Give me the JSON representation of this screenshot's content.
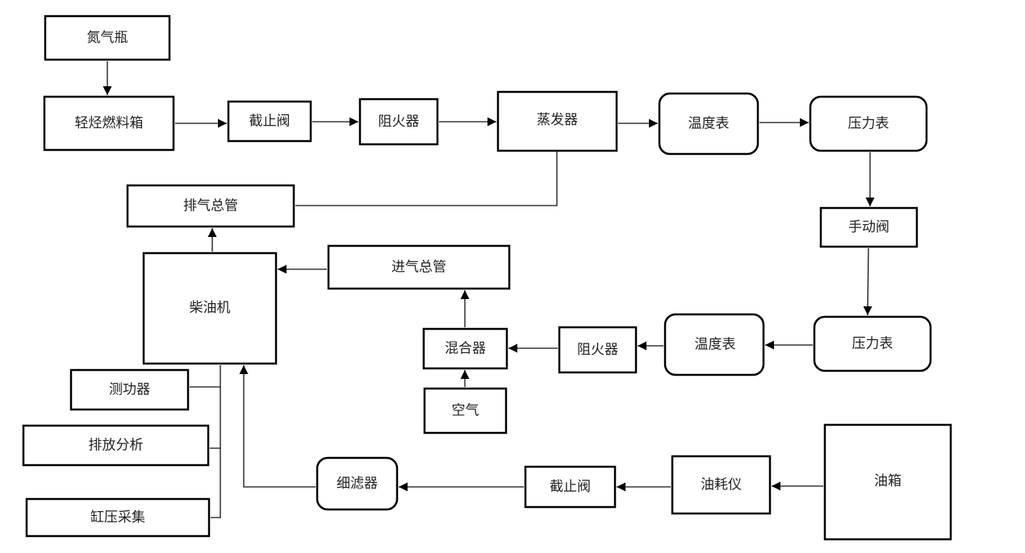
{
  "diagram": {
    "type": "process-flow",
    "nodes": {
      "nitrogen_bottle": {
        "label": "氮气瓶",
        "shape": "rect"
      },
      "light_hc_tank": {
        "label": "轻烃燃料箱",
        "shape": "rect"
      },
      "shutoff_valve_1": {
        "label": "截止阀",
        "shape": "rect"
      },
      "flame_arrester_1": {
        "label": "阻火器",
        "shape": "rect"
      },
      "evaporator": {
        "label": "蒸发器",
        "shape": "rect"
      },
      "thermometer_1": {
        "label": "温度表",
        "shape": "rounded"
      },
      "pressure_gauge_1": {
        "label": "压力表",
        "shape": "rounded"
      },
      "manual_valve": {
        "label": "手动阀",
        "shape": "rect"
      },
      "pressure_gauge_2": {
        "label": "压力表",
        "shape": "rounded"
      },
      "thermometer_2": {
        "label": "温度表",
        "shape": "rounded"
      },
      "flame_arrester_2": {
        "label": "阻火器",
        "shape": "rect"
      },
      "mixer": {
        "label": "混合器",
        "shape": "rect"
      },
      "air": {
        "label": "空气",
        "shape": "rect"
      },
      "intake_manifold": {
        "label": "进气总管",
        "shape": "rect"
      },
      "exhaust_manifold": {
        "label": "排气总管",
        "shape": "rect"
      },
      "diesel_engine": {
        "label": "柴油机",
        "shape": "rect"
      },
      "dynamometer": {
        "label": "测功器",
        "shape": "rect"
      },
      "emission_analysis": {
        "label": "排放分析",
        "shape": "rect"
      },
      "cylinder_pressure": {
        "label": "缸压采集",
        "shape": "rect"
      },
      "fine_filter": {
        "label": "细滤器",
        "shape": "rounded"
      },
      "shutoff_valve_2": {
        "label": "截止阀",
        "shape": "rect"
      },
      "fuel_meter": {
        "label": "油耗仪",
        "shape": "rect"
      },
      "fuel_tank": {
        "label": "油箱",
        "shape": "rect"
      }
    },
    "edges": [
      {
        "from": "nitrogen_bottle",
        "to": "light_hc_tank",
        "arrow": true
      },
      {
        "from": "light_hc_tank",
        "to": "shutoff_valve_1",
        "arrow": true
      },
      {
        "from": "shutoff_valve_1",
        "to": "flame_arrester_1",
        "arrow": true
      },
      {
        "from": "flame_arrester_1",
        "to": "evaporator",
        "arrow": true
      },
      {
        "from": "evaporator",
        "to": "thermometer_1",
        "arrow": true
      },
      {
        "from": "thermometer_1",
        "to": "pressure_gauge_1",
        "arrow": true
      },
      {
        "from": "pressure_gauge_1",
        "to": "manual_valve",
        "arrow": true
      },
      {
        "from": "manual_valve",
        "to": "pressure_gauge_2",
        "arrow": true
      },
      {
        "from": "pressure_gauge_2",
        "to": "thermometer_2",
        "arrow": true
      },
      {
        "from": "thermometer_2",
        "to": "flame_arrester_2",
        "arrow": true
      },
      {
        "from": "flame_arrester_2",
        "to": "mixer",
        "arrow": true
      },
      {
        "from": "air",
        "to": "mixer",
        "arrow": true
      },
      {
        "from": "mixer",
        "to": "intake_manifold",
        "arrow": true
      },
      {
        "from": "intake_manifold",
        "to": "diesel_engine",
        "arrow": true
      },
      {
        "from": "diesel_engine",
        "to": "exhaust_manifold",
        "arrow": true
      },
      {
        "from": "exhaust_manifold",
        "to": "evaporator",
        "arrow": false
      },
      {
        "from": "fuel_tank",
        "to": "fuel_meter",
        "arrow": true
      },
      {
        "from": "fuel_meter",
        "to": "shutoff_valve_2",
        "arrow": true
      },
      {
        "from": "shutoff_valve_2",
        "to": "fine_filter",
        "arrow": true
      },
      {
        "from": "fine_filter",
        "to": "diesel_engine",
        "arrow": true
      },
      {
        "from": "diesel_engine",
        "to": "dynamometer",
        "arrow": false
      },
      {
        "from": "diesel_engine",
        "to": "emission_analysis",
        "arrow": false
      },
      {
        "from": "diesel_engine",
        "to": "cylinder_pressure",
        "arrow": false
      }
    ]
  }
}
